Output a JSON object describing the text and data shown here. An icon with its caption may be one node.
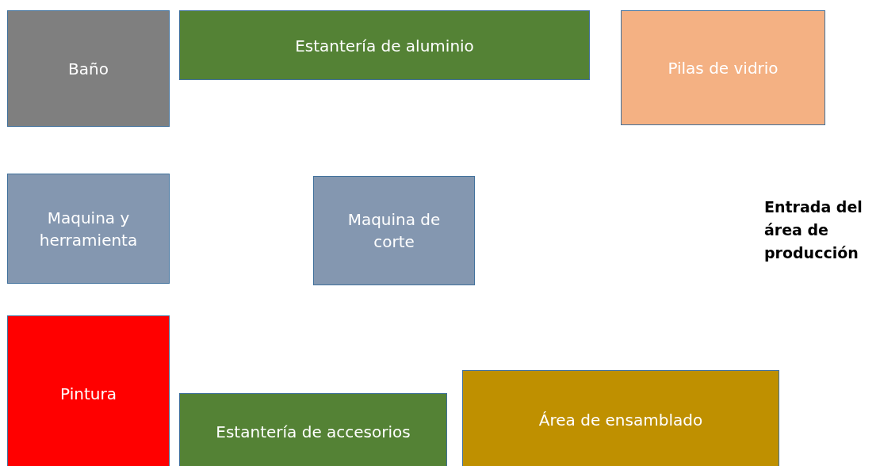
{
  "diagram": {
    "nodes": [
      {
        "text": [
          "Baño"
        ]
      },
      {
        "text": [
          "Estantería de aluminio"
        ]
      },
      {
        "text": [
          "Pilas de vidrio"
        ]
      },
      {
        "text": [
          "Maquina y herramienta"
        ]
      },
      {
        "text": [
          "Maquina de corte"
        ]
      },
      {
        "text": [
          "Pintura"
        ]
      },
      {
        "text": [
          "Estantería de accesorios"
        ]
      },
      {
        "text": [
          "Área de ensamblado"
        ]
      }
    ],
    "labels": [
      "Entrada del área de producción"
    ]
  }
}
